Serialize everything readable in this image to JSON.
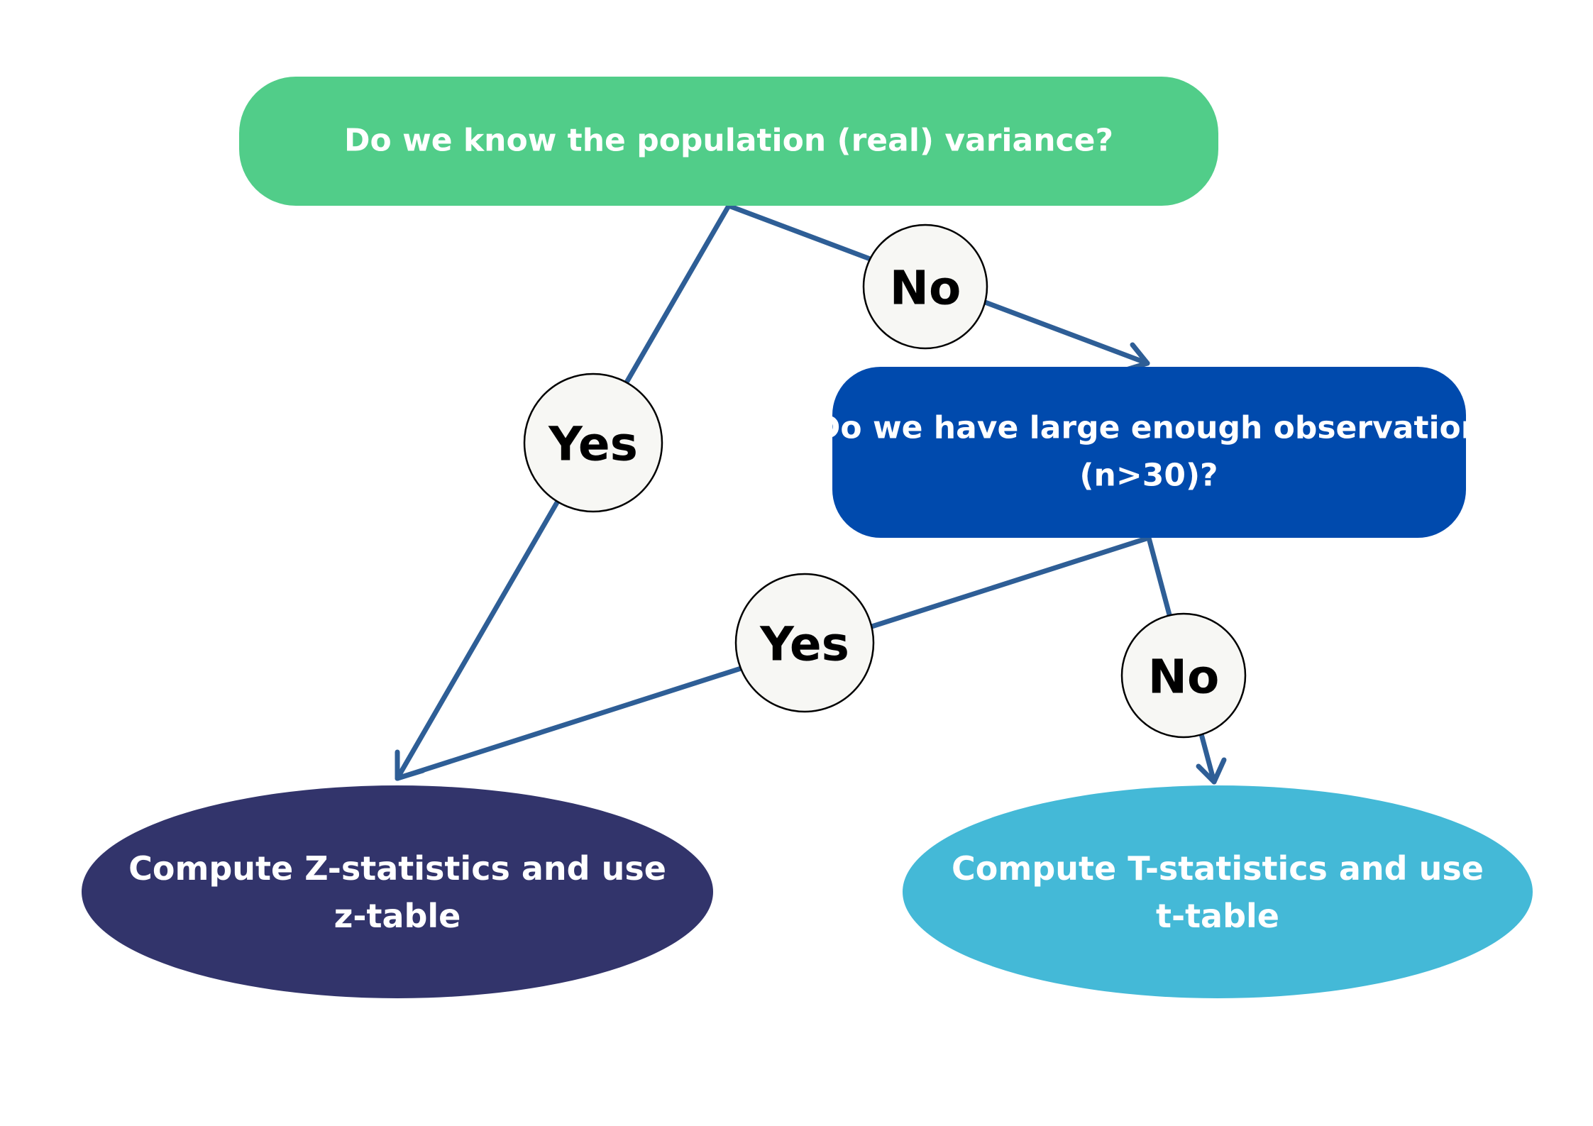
{
  "colors": {
    "background": "#ffffff",
    "edge": "#2e5e96",
    "question_1_fill": "#51cd89",
    "question_2_fill": "#004aad",
    "result_z_fill": "#32346b",
    "result_t_fill": "#44b9d7",
    "badge_fill": "#f7f7f4",
    "badge_stroke": "#000000"
  },
  "nodes": {
    "question_1": {
      "line1": "Do we know the population (real) variance?"
    },
    "question_2": {
      "line1": "Do we have large enough observation",
      "line2": "(n>30)?"
    },
    "result_z": {
      "line1": "Compute Z-statistics and use",
      "line2": "z-table"
    },
    "result_t": {
      "line1": "Compute T-statistics and use",
      "line2": "t-table"
    }
  },
  "edges": {
    "q1_yes": {
      "label": "Yes",
      "from": "question_1",
      "to": "result_z"
    },
    "q1_no": {
      "label": "No",
      "from": "question_1",
      "to": "question_2"
    },
    "q2_yes": {
      "label": "Yes",
      "from": "question_2",
      "to": "result_z"
    },
    "q2_no": {
      "label": "No",
      "from": "question_2",
      "to": "result_t"
    }
  }
}
